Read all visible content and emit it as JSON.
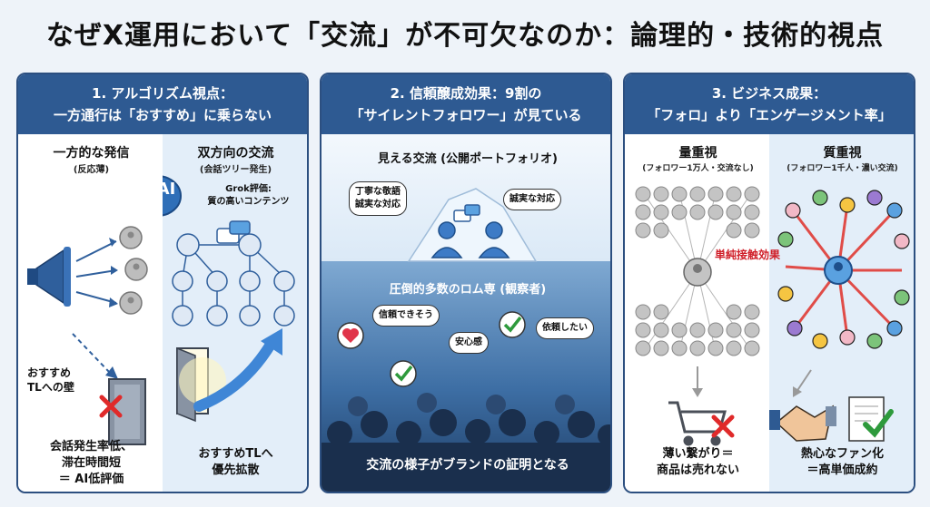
{
  "title": "なぜX運用において「交流」が不可欠なのか：論理的・技術的視点",
  "panel1": {
    "heading_line1": "1. アルゴリズム視点：",
    "heading_line2": "一方通行は「おすすめ」に乗らない",
    "left": {
      "title": "一方的な発信",
      "subtitle": "(反応薄)",
      "wall_label_1": "おすすめ",
      "wall_label_2": "TLへの壁",
      "footer_1": "会話発生率低、",
      "footer_2": "滞在時間短",
      "footer_3": "＝ AI低評価"
    },
    "right": {
      "title": "双方向の交流",
      "subtitle": "(会話ツリー発生)",
      "ai_badge": "AI",
      "grok_1": "Grok評価:",
      "grok_2": "質の高いコンテンツ",
      "footer_1": "おすすめTLへ",
      "footer_2": "優先拡散"
    }
  },
  "panel2": {
    "heading_line1": "2. 信頼醸成効果：9割の",
    "heading_line2": "「サイレントフォロワー」が見ている",
    "visible_title": "見える交流 (公開ポートフォリオ)",
    "bubble_polite_1": "丁寧な敬語",
    "bubble_polite_2": "誠実な対応",
    "bubble_sincere": "誠実な対応",
    "silent_title": "圧倒的多数のロム専 (観察者)",
    "bubble_trust": "信頼できそう",
    "bubble_safe": "安心感",
    "bubble_request": "依頼したい",
    "footer": "交流の様子がブランドの証明となる"
  },
  "panel3": {
    "heading_line1": "3. ビジネス成果：",
    "heading_line2": "「フォロ」より「エンゲージメント率」",
    "left": {
      "title": "量重視",
      "subtitle": "(フォロワー1万人・交流なし)",
      "footer_1": "薄い繋がり＝",
      "footer_2": "商品は売れない"
    },
    "right": {
      "title": "質重視",
      "subtitle": "(フォロワー1千人・濃い交流)",
      "effect_label": "単純接触効果",
      "footer_1": "熱心なファン化",
      "footer_2": "＝高単価成約"
    }
  },
  "colors": {
    "header_blue": "#2e5a92",
    "accent_red": "#d0202a",
    "check_green": "#2e9a3c"
  }
}
